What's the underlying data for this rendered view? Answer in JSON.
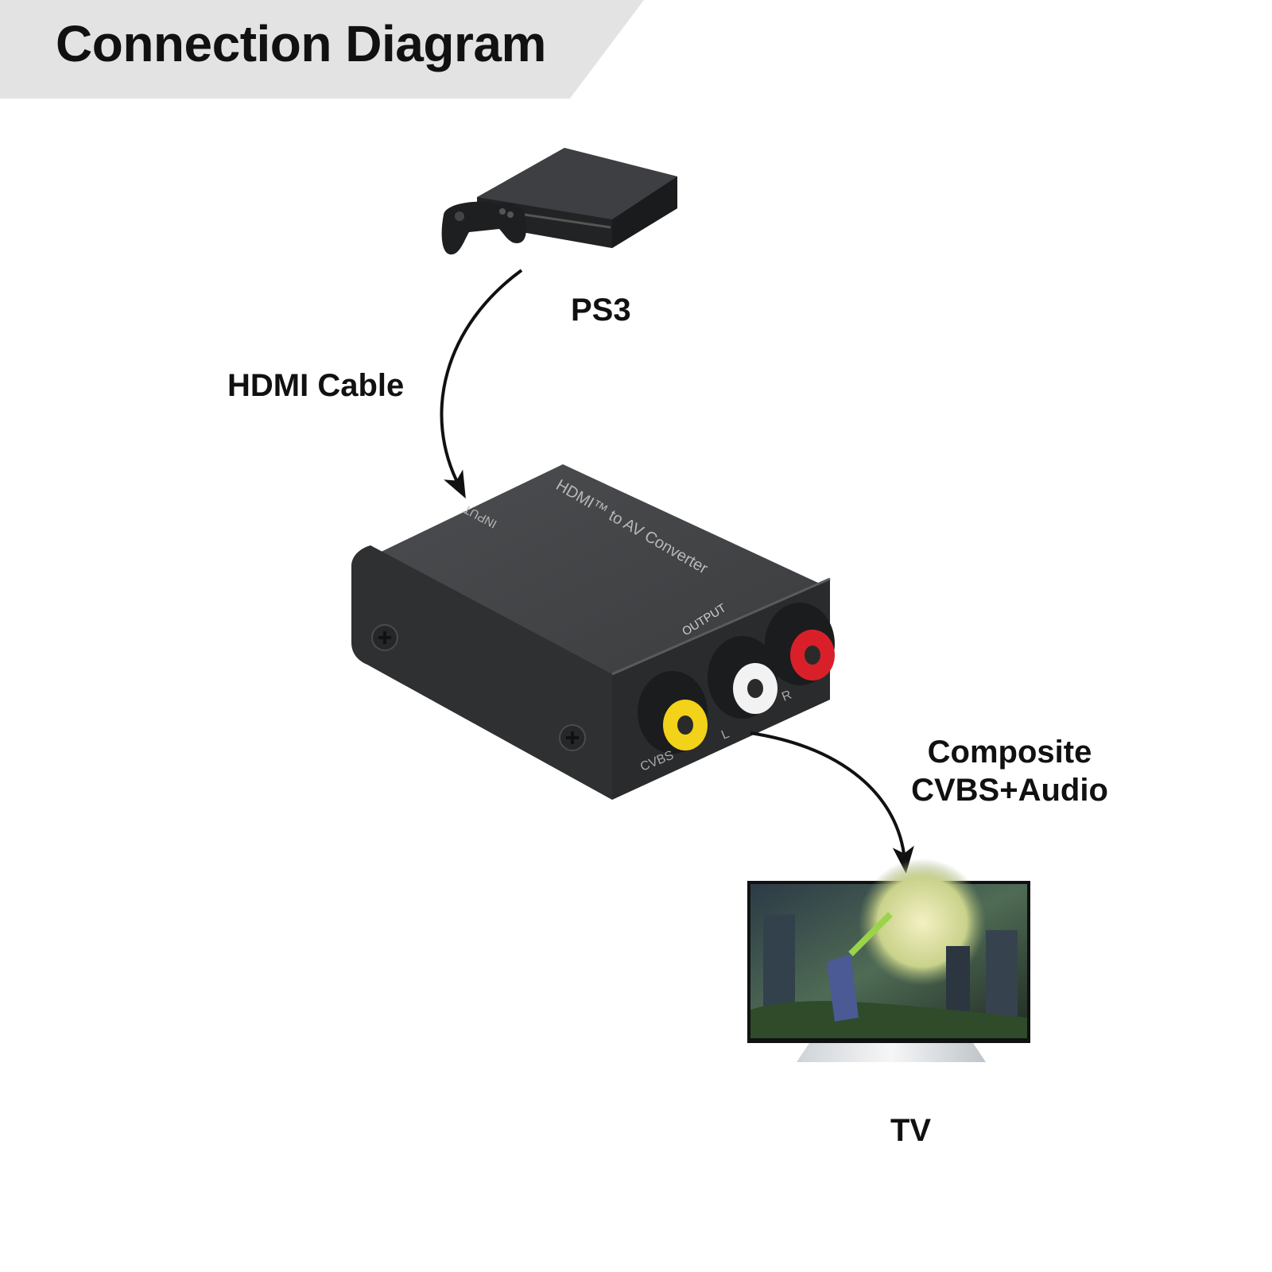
{
  "title": "Connection Diagram",
  "source": {
    "label": "PS3"
  },
  "input_cable": {
    "label": "HDMI Cable"
  },
  "converter": {
    "name": "HDMI™ to AV Converter",
    "input_port_label": "INPUT",
    "output_label": "OUTPUT",
    "ports": {
      "video": "CVBS",
      "left": "L",
      "right": "R"
    }
  },
  "output_signal": {
    "line1": "Composite",
    "line2": "CVBS+Audio"
  },
  "sink": {
    "label": "TV"
  },
  "colors": {
    "banner": "#e3e3e3",
    "device_body": "#3a3b3d",
    "rca_video": "#f3d21a",
    "rca_left": "#f2f2f2",
    "rca_right": "#d9202a"
  },
  "icons": {
    "source": "game-console-icon",
    "converter": "converter-box-icon",
    "sink": "television-icon"
  }
}
